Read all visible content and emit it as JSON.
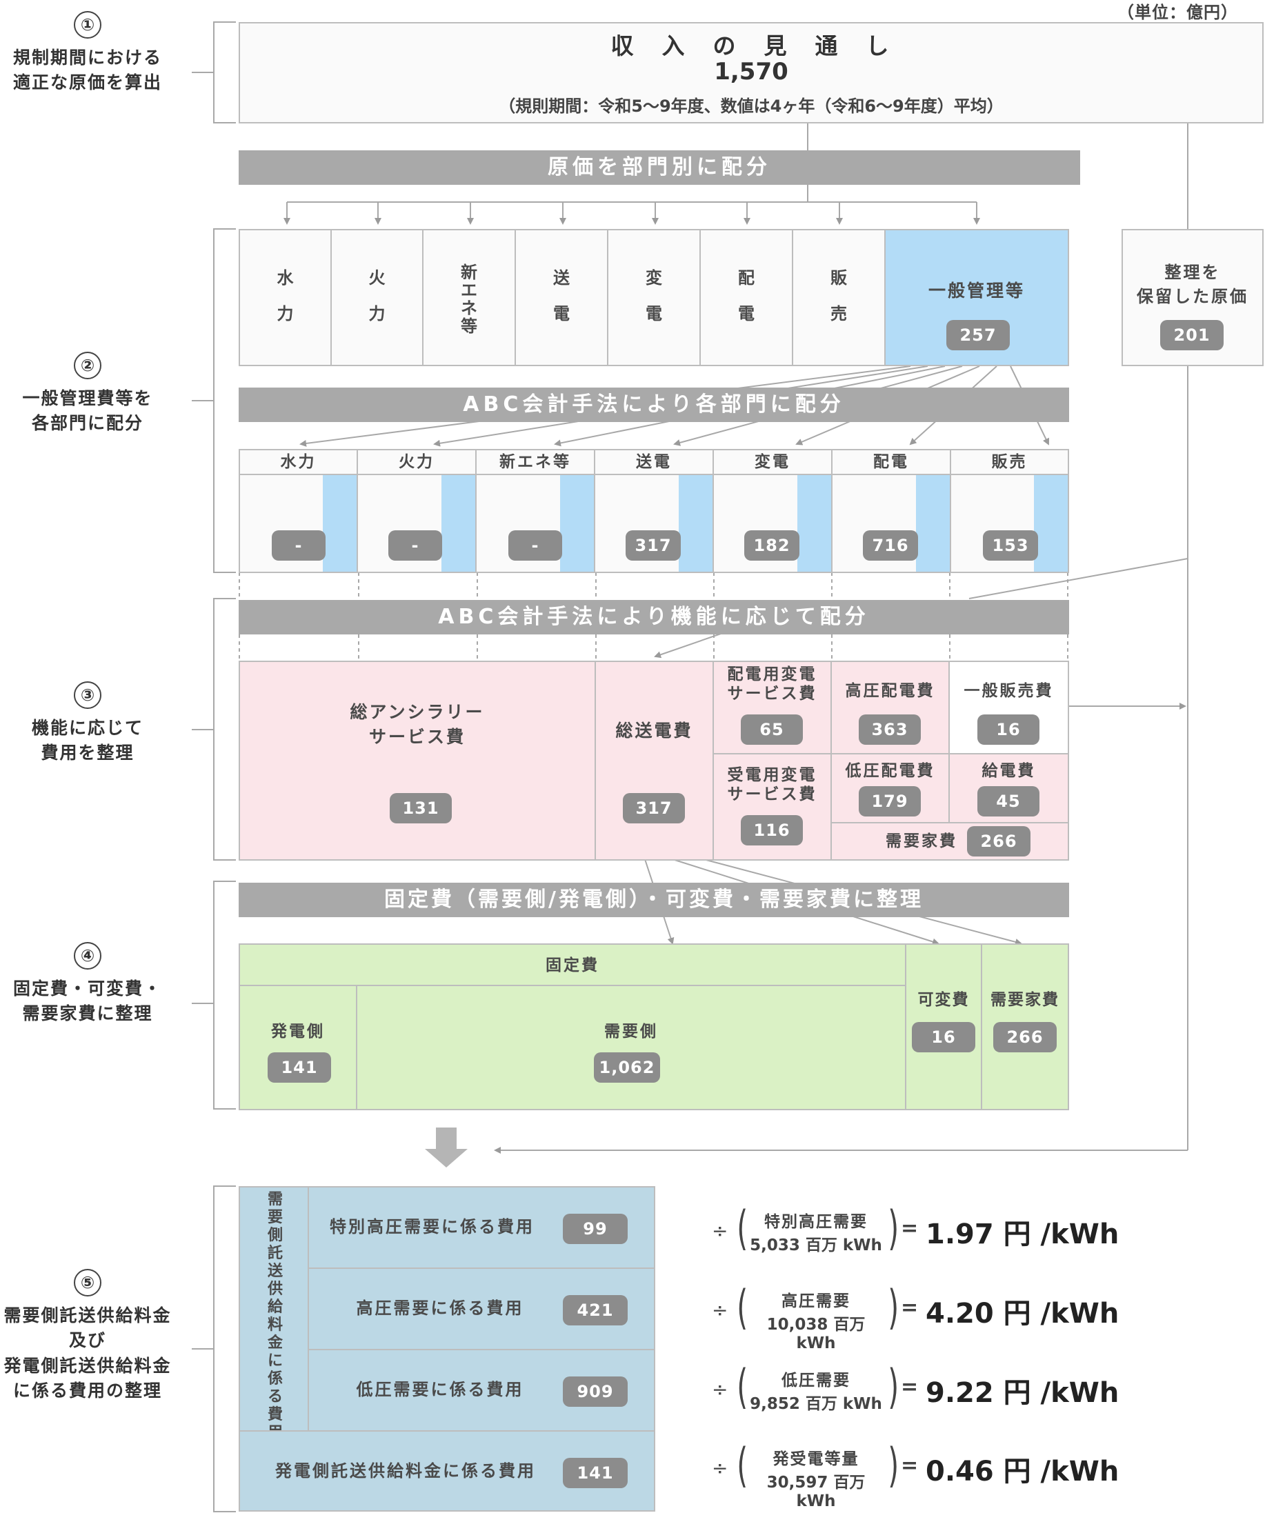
{
  "unit": "（単位：億円）",
  "steps": [
    {
      "num": "①",
      "text": "規制期間における\n適正な原価を算出"
    },
    {
      "num": "②",
      "text": "一般管理費等を\n各部門に配分"
    },
    {
      "num": "③",
      "text": "機能に応じて\n費用を整理"
    },
    {
      "num": "④",
      "text": "固定費・可変費・\n需要家費に整理"
    },
    {
      "num": "⑤",
      "text": "需要側託送供給料金\n及び\n発電側託送供給料金\nに係る費用の整理"
    }
  ],
  "revenue": {
    "title": "収　入　の　見　通　し",
    "value": "1,570",
    "note": "（規則期間：令和5〜9年度、数値は4ヶ年（令和6〜9年度）平均）"
  },
  "bands": {
    "b1": "原価を部門別に配分",
    "b2": "ABC会計手法により各部門に配分",
    "b3": "ABC会計手法により機能に応じて配分",
    "b4": "固定費（需要側/発電側）・可変費・需要家費に整理"
  },
  "departments": [
    "水\n\n力",
    "火\n\n力",
    "新\nエ\nネ\n等",
    "送\n\n電",
    "変\n\n電",
    "配\n\n電",
    "販\n\n売"
  ],
  "general_admin": {
    "label": "一般管理等",
    "value": "257"
  },
  "reserved": {
    "label": "整理を\n保留した原価",
    "value": "201"
  },
  "abc_departments": [
    {
      "label": "水力",
      "value": "-"
    },
    {
      "label": "火力",
      "value": "-"
    },
    {
      "label": "新エネ等",
      "value": "-"
    },
    {
      "label": "送電",
      "value": "317"
    },
    {
      "label": "変電",
      "value": "182"
    },
    {
      "label": "配電",
      "value": "716"
    },
    {
      "label": "販売",
      "value": "153"
    }
  ],
  "functions": {
    "ancillary": {
      "label": "総アンシラリー\nサービス費",
      "value": "131"
    },
    "transmission": {
      "label": "総送電費",
      "value": "317"
    },
    "dist_substation": {
      "label": "配電用変電\nサービス費",
      "value": "65"
    },
    "recv_substation": {
      "label": "受電用変電\nサービス費",
      "value": "116"
    },
    "hv_dist": {
      "label": "高圧配電費",
      "value": "363"
    },
    "lv_dist": {
      "label": "低圧配電費",
      "value": "179"
    },
    "general_sales": {
      "label": "一般販売費",
      "value": "16"
    },
    "supply": {
      "label": "給電費",
      "value": "45"
    },
    "customer": {
      "label": "需要家費",
      "value": "266"
    }
  },
  "cost_types": {
    "fixed": "固定費",
    "gen_side": {
      "label": "発電側",
      "value": "141"
    },
    "demand_side": {
      "label": "需要側",
      "value": "1,062"
    },
    "variable": {
      "label": "可変費",
      "value": "16"
    },
    "customer": {
      "label": "需要家費",
      "value": "266"
    }
  },
  "final": {
    "vertical_label": "需要側託送供給料金に係る費用",
    "rows": [
      {
        "label": "特別高圧需要に係る費用",
        "value": "99",
        "div_top": "特別高圧需要",
        "div_bottom": "5,033 百万 kWh",
        "result": "1.97 円 /kWh"
      },
      {
        "label": "高圧需要に係る費用",
        "value": "421",
        "div_top": "高圧需要",
        "div_bottom": "10,038 百万 kWh",
        "result": "4.20 円 /kWh"
      },
      {
        "label": "低圧需要に係る費用",
        "value": "909",
        "div_top": "低圧需要",
        "div_bottom": "9,852 百万 kWh",
        "result": "9.22 円 /kWh"
      },
      {
        "label": "発電側託送供給料金に係る費用",
        "value": "141",
        "div_top": "発受電等量",
        "div_bottom": "30,597 百万 kWh",
        "result": "0.46 円 /kWh"
      }
    ],
    "divide": "÷",
    "lparen": "(",
    "rparen": ")",
    "equals": "="
  },
  "colors": {
    "blue": "#b3dcf7",
    "pink": "#fbe5e9",
    "green": "#daf1c5",
    "teal": "#bcd8e5",
    "band": "#a9a9a9",
    "pill": "#8c8c8c"
  }
}
